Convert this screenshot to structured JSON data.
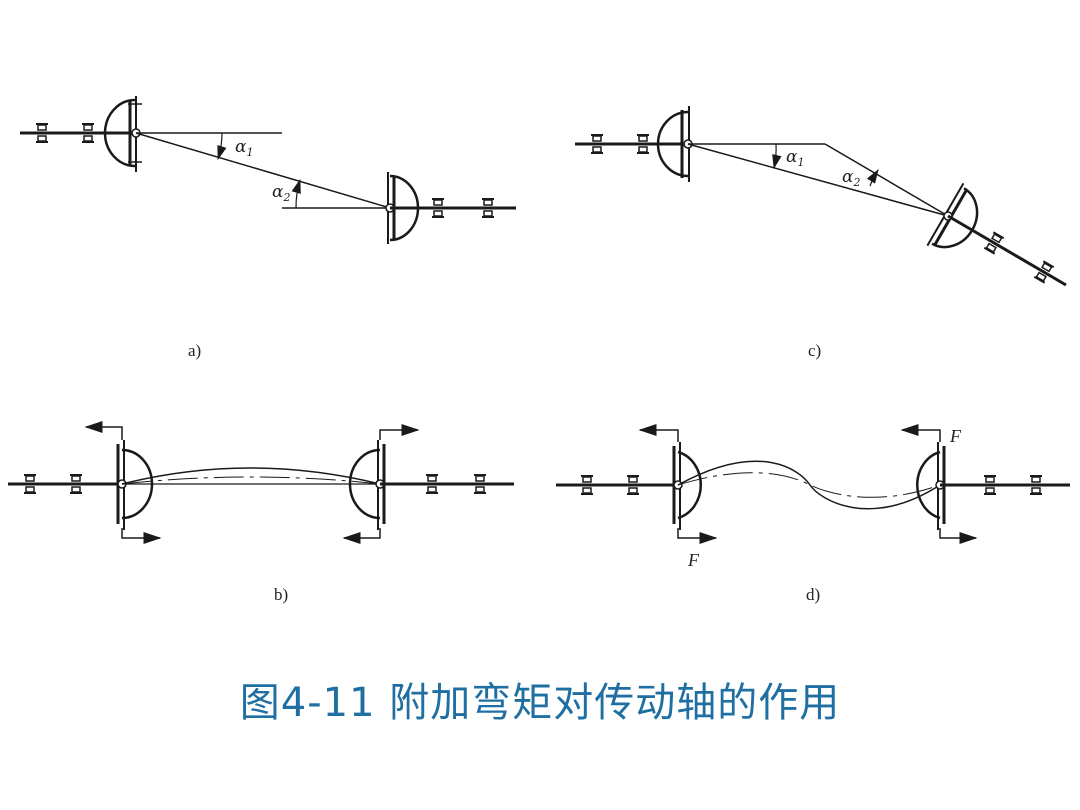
{
  "caption": "图4-11  附加弯矩对传动轴的作用",
  "panels": {
    "a": {
      "label": "a)",
      "angle1": "α",
      "angle1_sub": "1",
      "angle2": "α",
      "angle2_sub": "2"
    },
    "b": {
      "label": "b)"
    },
    "c": {
      "label": "c)",
      "angle1": "α",
      "angle1_sub": "1",
      "angle2": "α",
      "angle2_sub": "2"
    },
    "d": {
      "label": "d)",
      "force_top": "F",
      "force_bottom": "F"
    }
  },
  "colors": {
    "caption": "#1f6fa3",
    "line": "#1a1a1a"
  }
}
